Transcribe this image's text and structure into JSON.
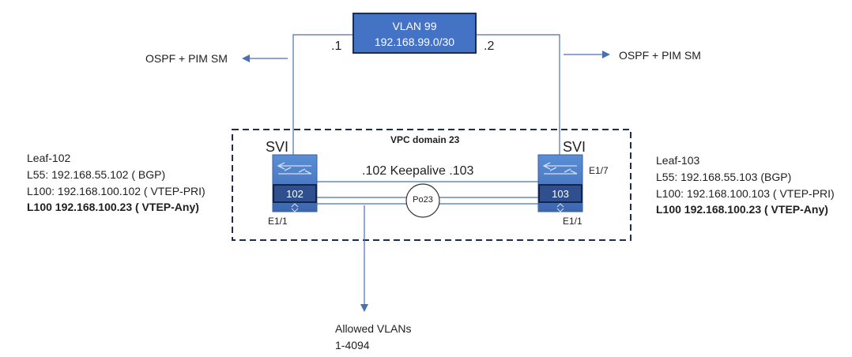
{
  "vlan_box": {
    "line1": "VLAN 99",
    "line2": "192.168.99.0/30"
  },
  "links": {
    "left_ip": ".1",
    "right_ip": ".2"
  },
  "protocols": {
    "left": "OSPF +  PIM SM",
    "right": "OSPF +  PIM SM"
  },
  "vpc": {
    "domain_label": "VPC domain 23",
    "keepalive_label": ".102 Keepalive .103",
    "port_channel": "Po23"
  },
  "leaf_left": {
    "svi": "SVI",
    "switch_id": "102",
    "port": "E1/1",
    "name": "Leaf-102",
    "l55": "L55: 192.168.55.102 ( BGP)",
    "l100": "L100: 192.168.100.102 ( VTEP-PRI)",
    "l100_any": "L100 192.168.100.23 ( VTEP-Any)"
  },
  "leaf_right": {
    "svi": "SVI",
    "switch_id": "103",
    "port_top": "E1/7",
    "port": "E1/1",
    "name": "Leaf-103",
    "l55": "L55: 192.168.55.103 (BGP)",
    "l100": "L100: 192.168.100.103 ( VTEP-PRI)",
    "l100_any": "L100 192.168.100.23 ( VTEP-Any)"
  },
  "allowed_vlans": {
    "line1": "Allowed VLANs",
    "line2": "1-4094"
  },
  "colors": {
    "switch_blue": "#4472c4",
    "line_blue": "#4a6fb5",
    "dark_border": "#1f2d4d"
  }
}
